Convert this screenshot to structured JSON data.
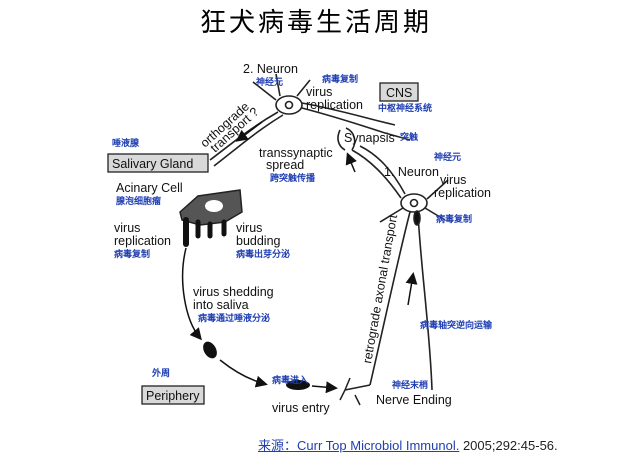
{
  "title": "狂犬病毒生活周期",
  "labels": {
    "neuron2": "2. Neuron",
    "neuron2_zh": "神经元",
    "virus_rep_top_1": "virus",
    "virus_rep_top_2": "replication",
    "virus_rep_top_zh": "病毒复制",
    "cns": "CNS",
    "cns_zh": "中枢神经系统",
    "synapsis": "Synapsis",
    "synapsis_zh": "突触",
    "ortho_1": "orthograde",
    "ortho_2": "transport ?",
    "trans_1": "transsynaptic",
    "trans_2": "spread",
    "trans_zh": "跨突触传播",
    "salivary_gland_zh": "唾液腺",
    "salivary_gland": "Salivary Gland",
    "acinary": "Acinary Cell",
    "acinary_zh": "腺泡细胞瘤",
    "neuron1": "1. Neuron",
    "neuron1_zh": "神经元",
    "virus_rep_right_1": "virus",
    "virus_rep_right_2": "replication",
    "virus_rep_right_zh": "病毒复制",
    "virus_rep_left_1": "virus",
    "virus_rep_left_2": "replication",
    "virus_rep_left_zh": "病毒复制",
    "budding_1": "virus",
    "budding_2": "budding",
    "budding_zh": "病毒出芽分泌",
    "shed_1": "virus shedding",
    "shed_2": "into saliva",
    "shed_zh": "病毒通过唾液分泌",
    "retro_1": "retrograde axonal transport",
    "retro_zh": "病毒轴突逆向运输",
    "periphery_zh": "外周",
    "periphery": "Periphery",
    "entry_zh": "病毒进入",
    "entry": "virus entry",
    "nerve_ending_zh": "神经末梢",
    "nerve_ending": "Nerve Ending"
  },
  "source": {
    "prefix": "来源：",
    "link": "Curr Top Microbiol Immunol.",
    "citation": " 2005;292:45-56."
  }
}
